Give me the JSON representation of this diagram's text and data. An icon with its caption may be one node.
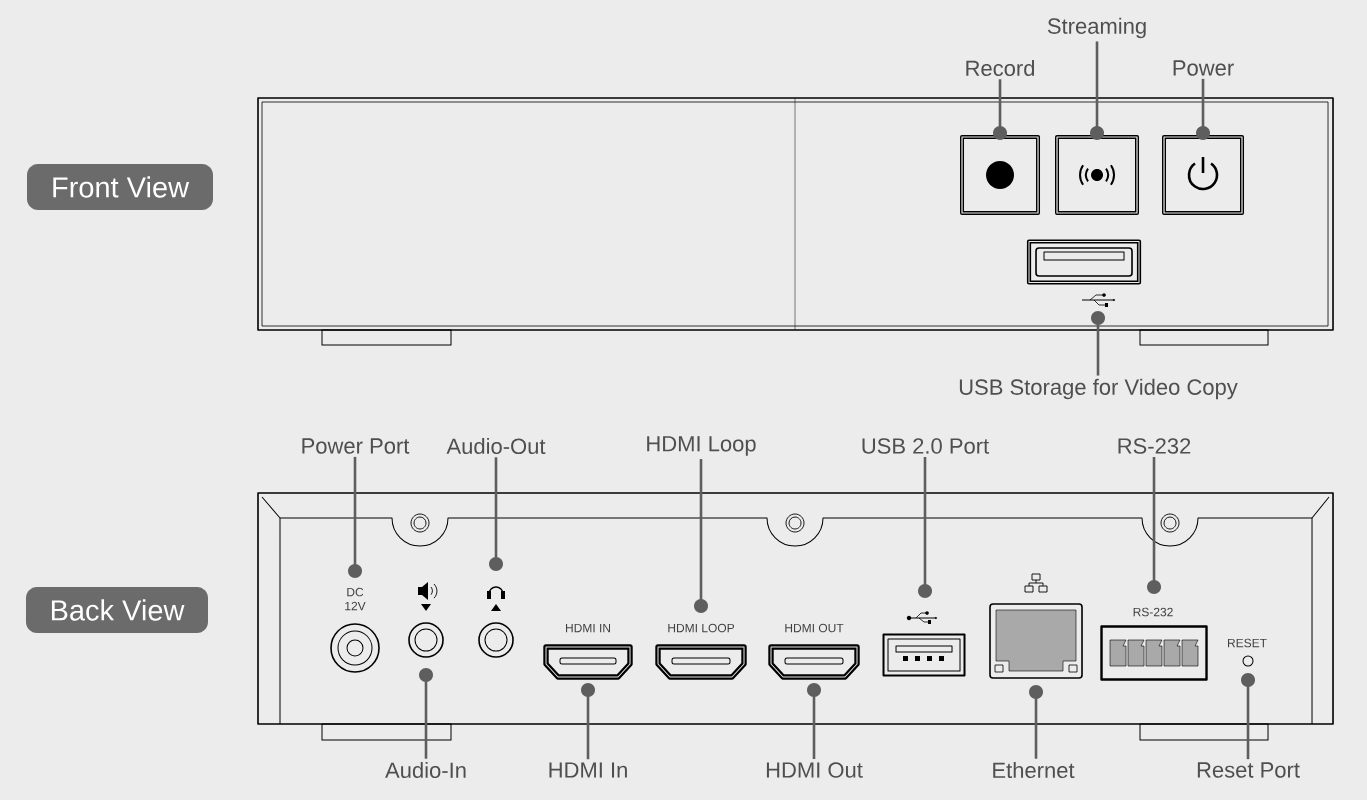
{
  "diagram": {
    "nodes": [
      {
        "text": [
          "Front View"
        ]
      },
      {
        "text": [
          "Back View"
        ]
      },
      {
        "text": [
          "Record"
        ]
      },
      {
        "text": [],
        "shape": "box"
      },
      {
        "text": [
          "Streaming"
        ]
      },
      {
        "text": [],
        "shape": "box"
      },
      {
        "text": [
          "Power"
        ]
      },
      {
        "text": [],
        "shape": "box"
      },
      {
        "text": [],
        "shape": "box"
      },
      {
        "text": [
          "USB Storage for Video Copy"
        ]
      },
      {
        "text": [
          "Power Port"
        ]
      },
      {
        "text": [],
        "shape": "circle",
        "beside": [
          "DC 12V"
        ]
      },
      {
        "text": [
          "Audio-Out"
        ]
      },
      {
        "text": [],
        "shape": "circle"
      },
      {
        "text": [
          "HDMI Loop"
        ]
      },
      {
        "text": [],
        "shape": "box",
        "beside": [
          "HDMI LOOP"
        ]
      },
      {
        "text": [
          "USB 2.0 Port"
        ]
      },
      {
        "text": [],
        "shape": "box"
      },
      {
        "text": [
          "RS-232"
        ]
      },
      {
        "text": [],
        "shape": "box",
        "beside": [
          "RS-232"
        ]
      },
      {
        "text": [],
        "shape": "circle"
      },
      {
        "text": [
          "Audio-In"
        ]
      },
      {
        "text": [],
        "shape": "box",
        "beside": [
          "HDMI IN"
        ]
      },
      {
        "text": [
          "HDMI In"
        ]
      },
      {
        "text": [],
        "shape": "box",
        "beside": [
          "HDMI OUT"
        ]
      },
      {
        "text": [
          "HDMI Out"
        ]
      },
      {
        "text": [],
        "shape": "box"
      },
      {
        "text": [
          "Ethernet"
        ]
      },
      {
        "text": [],
        "shape": "circle",
        "beside": [
          "RESET"
        ]
      },
      {
        "text": [
          "Reset Port"
        ]
      }
    ],
    "edges": [
      {
        "from": 2,
        "to": 3,
        "arrow": "other"
      },
      {
        "from": 4,
        "to": 5,
        "arrow": "other"
      },
      {
        "from": 6,
        "to": 7,
        "arrow": "other"
      },
      {
        "from": 9,
        "to": 8,
        "arrow": "other"
      },
      {
        "from": 10,
        "to": 11,
        "arrow": "other"
      },
      {
        "from": 12,
        "to": 20,
        "arrow": "other"
      },
      {
        "from": 14,
        "to": 15,
        "arrow": "other"
      },
      {
        "from": 16,
        "to": 17,
        "arrow": "other"
      },
      {
        "from": 18,
        "to": 19,
        "arrow": "other"
      },
      {
        "from": 21,
        "to": 13,
        "arrow": "other"
      },
      {
        "from": 23,
        "to": 22,
        "arrow": "other"
      },
      {
        "from": 25,
        "to": 24,
        "arrow": "other"
      },
      {
        "from": 27,
        "to": 26,
        "arrow": "other"
      },
      {
        "from": 29,
        "to": 28,
        "arrow": "other"
      }
    ]
  }
}
